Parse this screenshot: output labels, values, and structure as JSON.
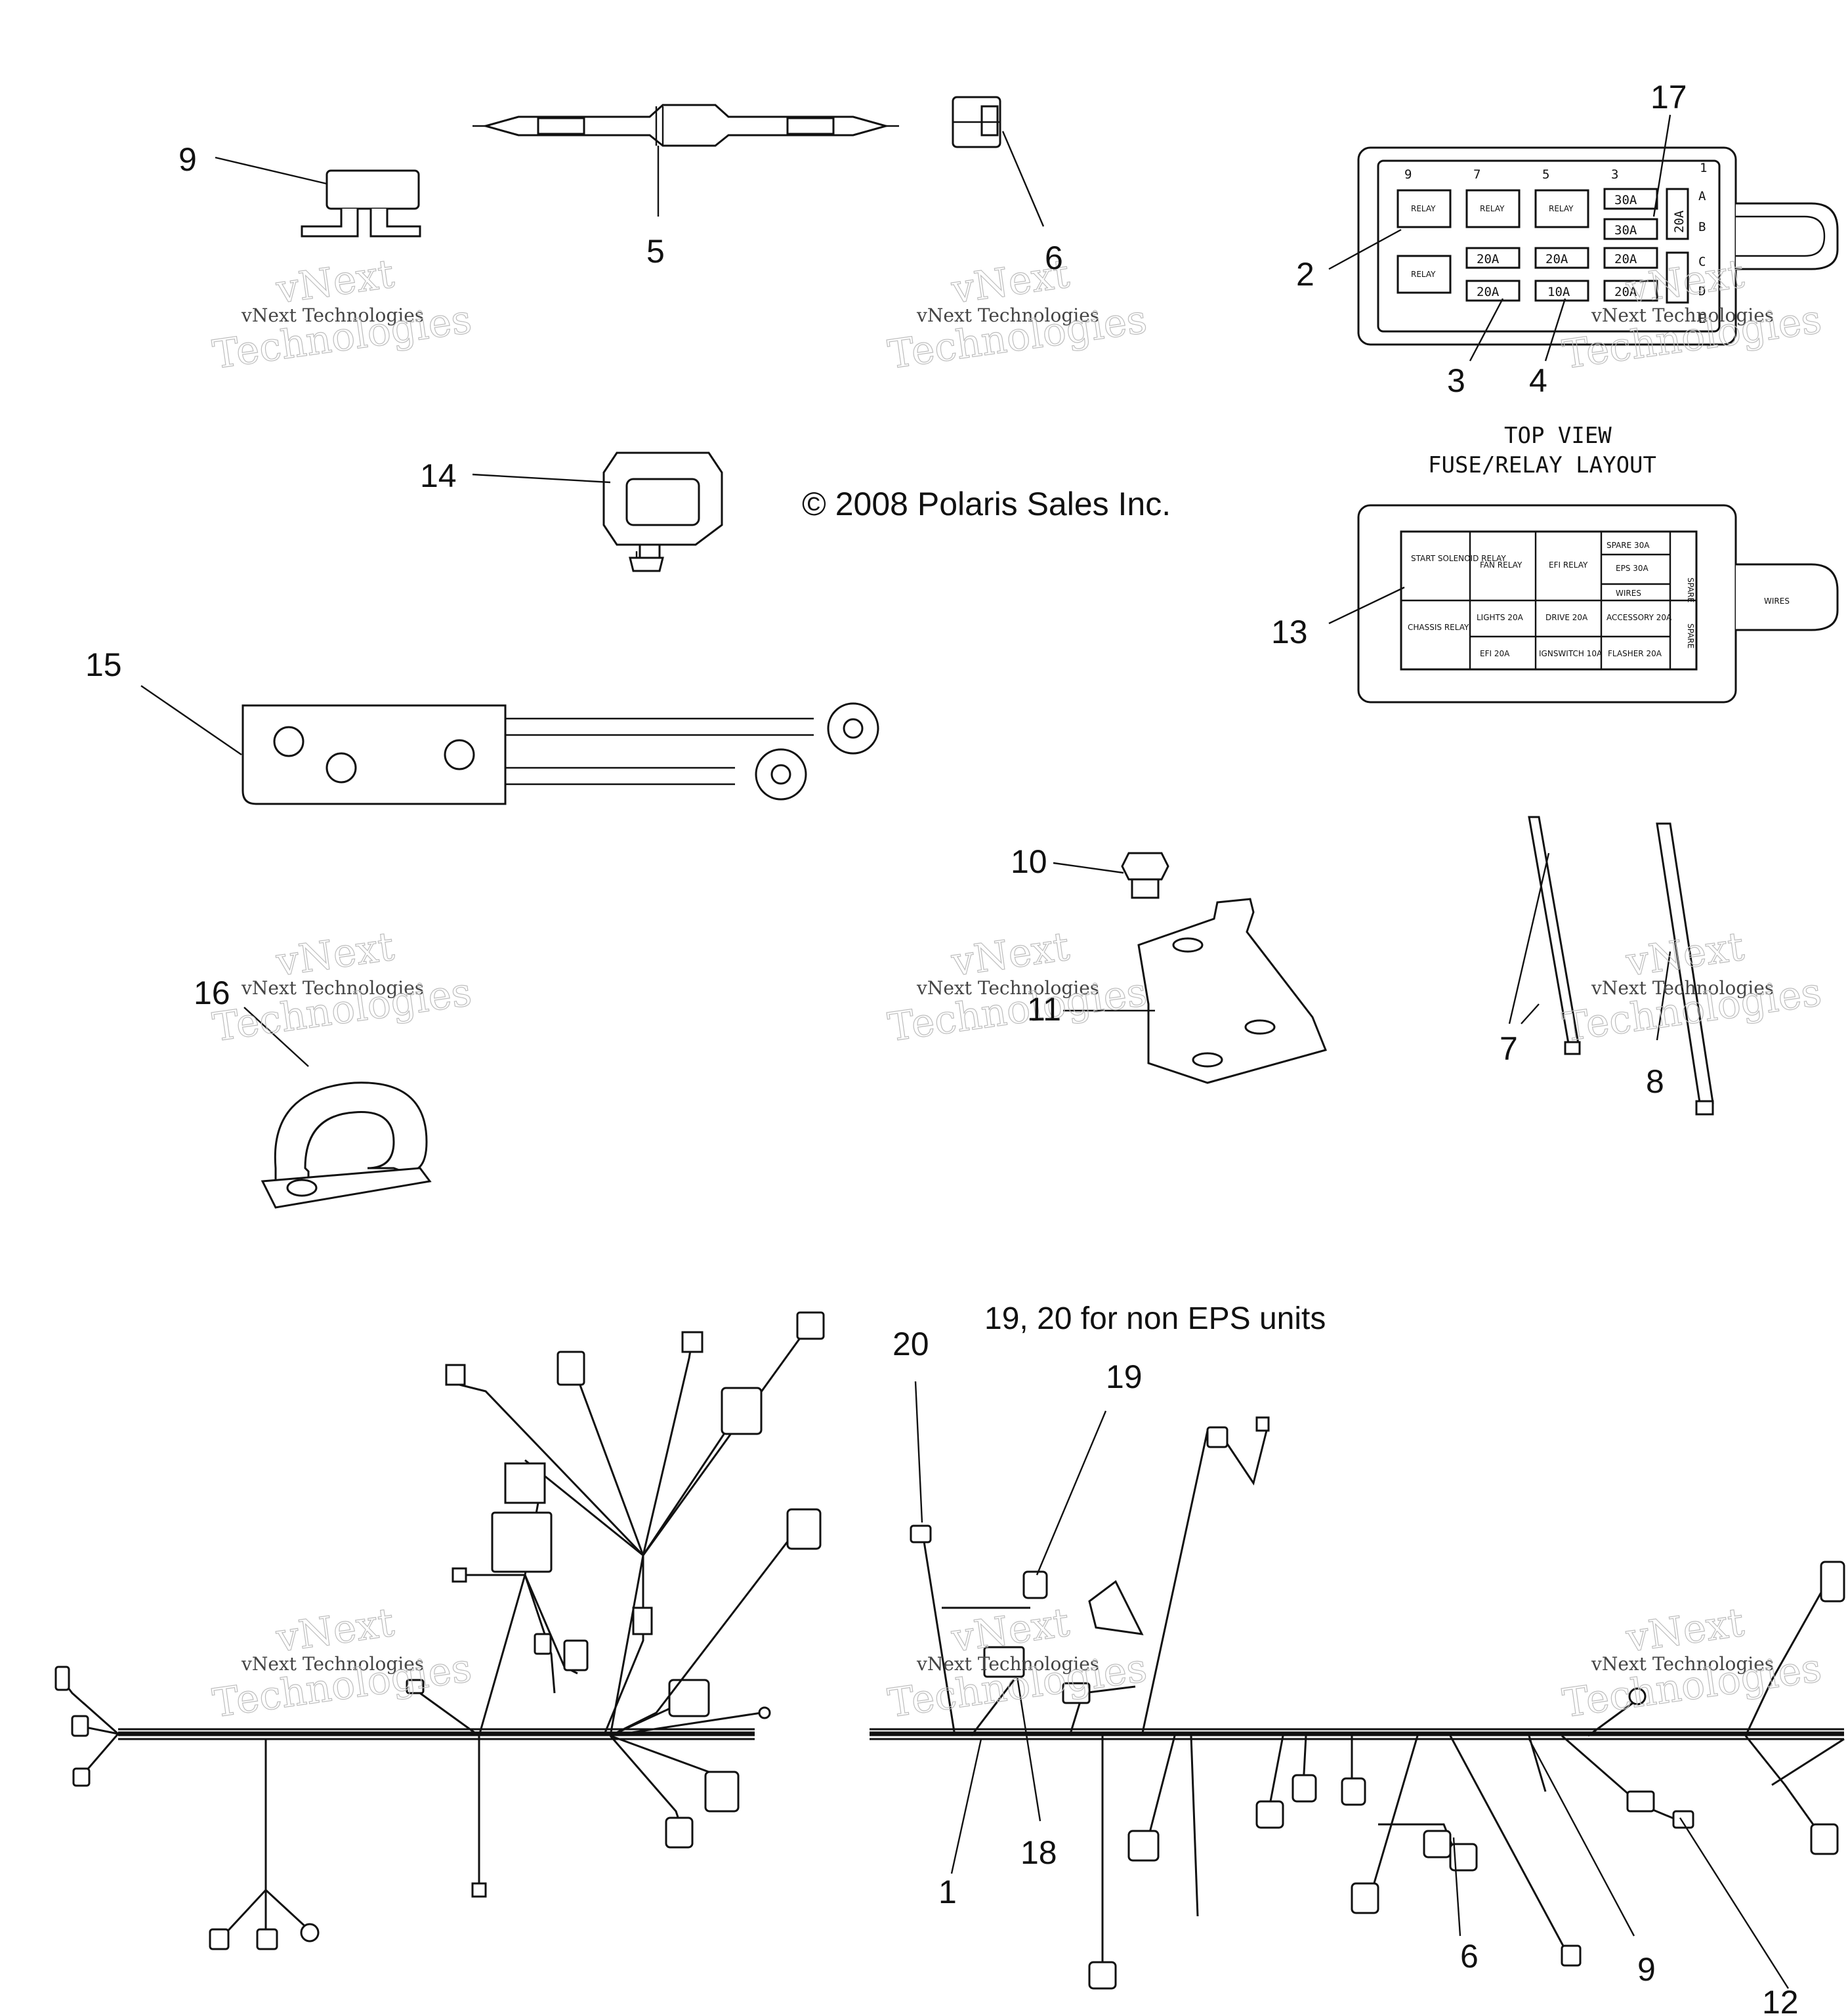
{
  "callouts": {
    "c9a": "9",
    "c5": "5",
    "c6a": "6",
    "c17": "17",
    "c2": "2",
    "c3": "3",
    "c4": "4",
    "c14": "14",
    "c13": "13",
    "c15": "15",
    "c10": "10",
    "c11": "11",
    "c7": "7",
    "c8": "8",
    "c16": "16",
    "c20": "20",
    "c19": "19",
    "c18": "18",
    "c1": "1",
    "c6b": "6",
    "c9b": "9",
    "c12": "12"
  },
  "copyright": "© 2008 Polaris Sales Inc.",
  "top_view_title": "TOP VIEW",
  "fuse_layout_title": "FUSE/RELAY LAYOUT",
  "non_eps_note": "19, 20 for non EPS units",
  "watermark": {
    "line1": "vNext Technologies",
    "line2": "Technologies",
    "line3": "vNext"
  },
  "fuse_box_top": {
    "columns": [
      "9",
      "7",
      "5",
      "3",
      "1"
    ],
    "rows": [
      "A",
      "B",
      "C",
      "D",
      "E"
    ],
    "relay": "RELAY",
    "f30a_1": "30A",
    "f30a_2": "30A",
    "f20a_side": "20A",
    "f20a_1": "20A",
    "f20a_2": "20A",
    "f20a_3": "20A",
    "f20a_4": "20A",
    "f10a": "10A",
    "f20a_5": "20A"
  },
  "fuse_layout": {
    "start_relay": "START SOLENOID RELAY",
    "fan_relay": "FAN RELAY",
    "efi_relay": "EFI RELAY",
    "spare_30a": "SPARE 30A",
    "eps_30a": "EPS 30A",
    "wires": "WIRES",
    "chassis_relay": "CHASSIS RELAY",
    "lights": "LIGHTS 20A",
    "drive": "DRIVE 20A",
    "accessory": "ACCESSORY 20A",
    "efi_fuse": "EFI 20A",
    "ignswitch": "IGNSWITCH 10A",
    "flasher": "FLASHER 20A",
    "spare_side": "SPARE"
  },
  "icons": {
    "fuse_block": "fuse-block-icon",
    "inline_fuse": "inline-fuse-holder-icon",
    "fuse": "fuse-icon",
    "relay_box": "fuse-relay-box-icon",
    "sensor": "sensor-connector-icon",
    "resistor": "resistor-bracket-icon",
    "bolt": "bolt-icon",
    "bracket": "mounting-bracket-icon",
    "cable_tie": "cable-tie-icon",
    "clamp": "p-clamp-icon",
    "harness_left": "wire-harness-icon",
    "harness_right": "wire-harness-icon"
  }
}
